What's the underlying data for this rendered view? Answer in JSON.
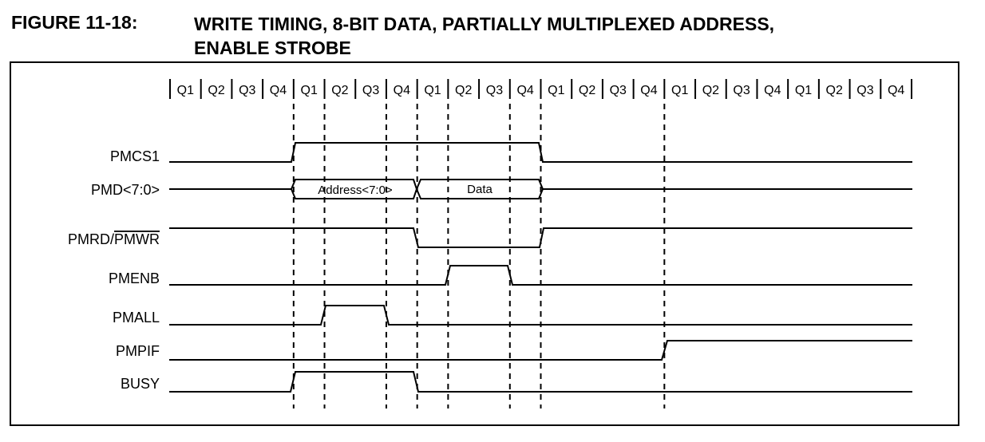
{
  "figure": {
    "number": "FIGURE 11-18:",
    "title_line1": "WRITE TIMING, 8-BIT DATA, PARTIALLY MULTIPLEXED ADDRESS,",
    "title_line2": "ENABLE STROBE"
  },
  "timing": {
    "quarter_labels": [
      "Q1",
      "Q2",
      "Q3",
      "Q4",
      "Q1",
      "Q2",
      "Q3",
      "Q4",
      "Q1",
      "Q2",
      "Q3",
      "Q4",
      "Q1",
      "Q2",
      "Q3",
      "Q4",
      "Q1",
      "Q2",
      "Q3",
      "Q4",
      "Q1",
      "Q2",
      "Q3",
      "Q4"
    ],
    "signals": [
      {
        "name": "PMCS1"
      },
      {
        "name": "PMD<7:0>"
      },
      {
        "name_part1": "PMRD/",
        "name_overbar": "PMWR"
      },
      {
        "name": "PMENB"
      },
      {
        "name": "PMALL"
      },
      {
        "name": "PMPIF"
      },
      {
        "name": "BUSY"
      }
    ],
    "bus_values": {
      "address": "Address<7:0>",
      "data": "Data"
    }
  }
}
